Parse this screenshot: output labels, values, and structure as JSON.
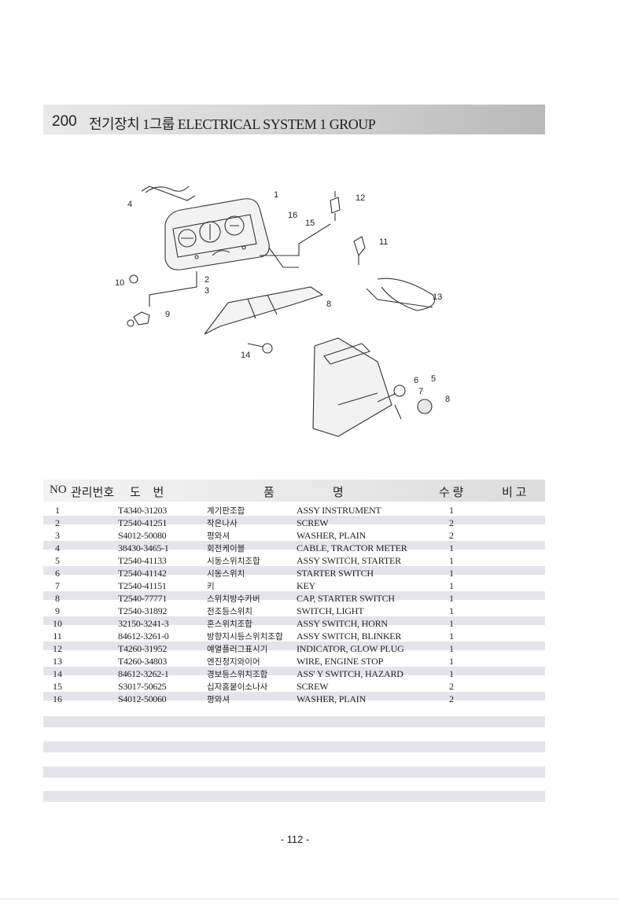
{
  "title": {
    "number": "200",
    "text": "전기장치 1그룹 ELECTRICAL SYSTEM 1 GROUP"
  },
  "diagram": {
    "callouts": [
      "1",
      "2",
      "3",
      "4",
      "5",
      "6",
      "7",
      "8",
      "8",
      "9",
      "10",
      "11",
      "12",
      "13",
      "14",
      "15",
      "16"
    ]
  },
  "table": {
    "headers": {
      "no": "NO",
      "mgmt": "관리번호",
      "drawing": "도 번",
      "name_part1": "품",
      "name_part2": "명",
      "qty": "수 량",
      "remarks": "비 고"
    },
    "rows": [
      {
        "no": "1",
        "part": "T4340-31203",
        "kr": "계기판조합",
        "en": "ASSY INSTRUMENT",
        "qty": "1"
      },
      {
        "no": "2",
        "part": "T2540-41251",
        "kr": "작은나사",
        "en": "SCREW",
        "qty": "2"
      },
      {
        "no": "3",
        "part": "S4012-50080",
        "kr": "평와셔",
        "en": "WASHER, PLAIN",
        "qty": "2"
      },
      {
        "no": "4",
        "part": "38430-3465-1",
        "kr": "회전케이블",
        "en": "CABLE, TRACTOR METER",
        "qty": "1"
      },
      {
        "no": "5",
        "part": "T2540-41133",
        "kr": "시동스위치조합",
        "en": "ASSY SWITCH, STARTER",
        "qty": "1"
      },
      {
        "no": "6",
        "part": "T2540-41142",
        "kr": "시동스위치",
        "en": "STARTER SWITCH",
        "qty": "1"
      },
      {
        "no": "7",
        "part": "T2540-41151",
        "kr": "키",
        "en": "KEY",
        "qty": "1"
      },
      {
        "no": "8",
        "part": "T2540-77771",
        "kr": "스위치방수카버",
        "en": "CAP, STARTER SWITCH",
        "qty": "1"
      },
      {
        "no": "9",
        "part": "T2540-31892",
        "kr": "전조등스위치",
        "en": "SWITCH, LIGHT",
        "qty": "1"
      },
      {
        "no": "10",
        "part": "32150-3241-3",
        "kr": "혼스위치조합",
        "en": "ASSY SWITCH, HORN",
        "qty": "1"
      },
      {
        "no": "11",
        "part": "84612-3261-0",
        "kr": "방향지시등스위치조합",
        "en": "ASSY SWITCH, BLINKER",
        "qty": "1"
      },
      {
        "no": "12",
        "part": "T4260-31952",
        "kr": "예열플러그표시기",
        "en": "INDICATOR, GLOW PLUG",
        "qty": "1"
      },
      {
        "no": "13",
        "part": "T4260-34803",
        "kr": "엔진정지와이어",
        "en": "WIRE, ENGINE STOP",
        "qty": "1"
      },
      {
        "no": "14",
        "part": "84612-3262-1",
        "kr": "경보등스위치조합",
        "en": "ASS' Y SWITCH, HAZARD",
        "qty": "1"
      },
      {
        "no": "15",
        "part": "S3017-50625",
        "kr": "십자홈붙이소나사",
        "en": "SCREW",
        "qty": "2"
      },
      {
        "no": "16",
        "part": "S4012-50060",
        "kr": "평와셔",
        "en": "WASHER, PLAIN",
        "qty": "2"
      }
    ]
  },
  "page_number": "- 112 -"
}
